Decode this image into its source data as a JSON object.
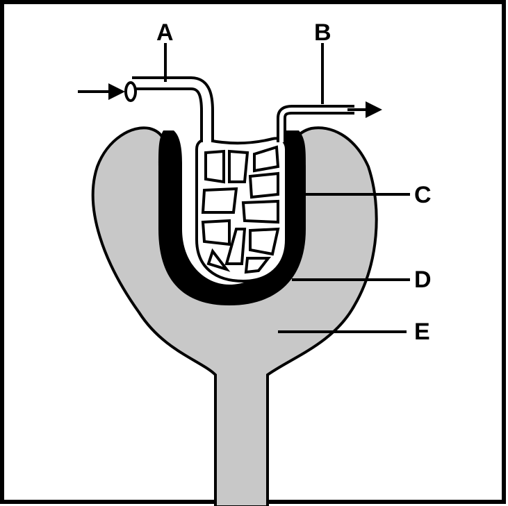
{
  "diagram": {
    "labels": {
      "A": "A",
      "B": "B",
      "C": "C",
      "D": "D",
      "E": "E"
    },
    "colors": {
      "background": "#ffffff",
      "ink": "#000000",
      "capsule_fill": "#c8c8c8",
      "frame": "#000000"
    }
  }
}
